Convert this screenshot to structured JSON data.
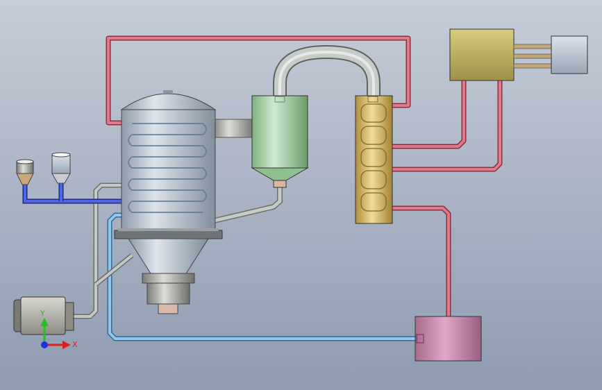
{
  "viewport": {
    "background_top": "#c6ccd8",
    "background_bottom": "#8e9bb0"
  },
  "colors": {
    "hot_pipe": "#d9687a",
    "cold_pipe": "#7fb8e0",
    "feed_pipe": "#3d55d8",
    "grey_pipe": "#a8aca8",
    "vessel_body": "#b9c6d2",
    "separator": "#9fcf9f",
    "condenser": "#d4b35a",
    "heat_source": "#c9b866",
    "motor": "#c0c8d4",
    "receiver_tank": "#c486a8",
    "pump": "#a8a8a0"
  },
  "components": [
    {
      "id": "evaporator",
      "icon": "evaporator-vessel-icon"
    },
    {
      "id": "separator",
      "icon": "separator-tank-icon"
    },
    {
      "id": "condenser",
      "icon": "condenser-icon"
    },
    {
      "id": "heater",
      "icon": "heater-box-icon"
    },
    {
      "id": "motor",
      "icon": "motor-icon"
    },
    {
      "id": "receiver",
      "icon": "receiver-tank-icon"
    },
    {
      "id": "pump",
      "icon": "pump-icon"
    },
    {
      "id": "feed_hopper_1",
      "icon": "hopper-icon"
    },
    {
      "id": "feed_hopper_2",
      "icon": "hopper-icon"
    }
  ],
  "triad": {
    "x_label": "X",
    "y_label": "Y",
    "x_color": "#e02020",
    "y_color": "#20c020",
    "z_color": "#2030e0"
  }
}
